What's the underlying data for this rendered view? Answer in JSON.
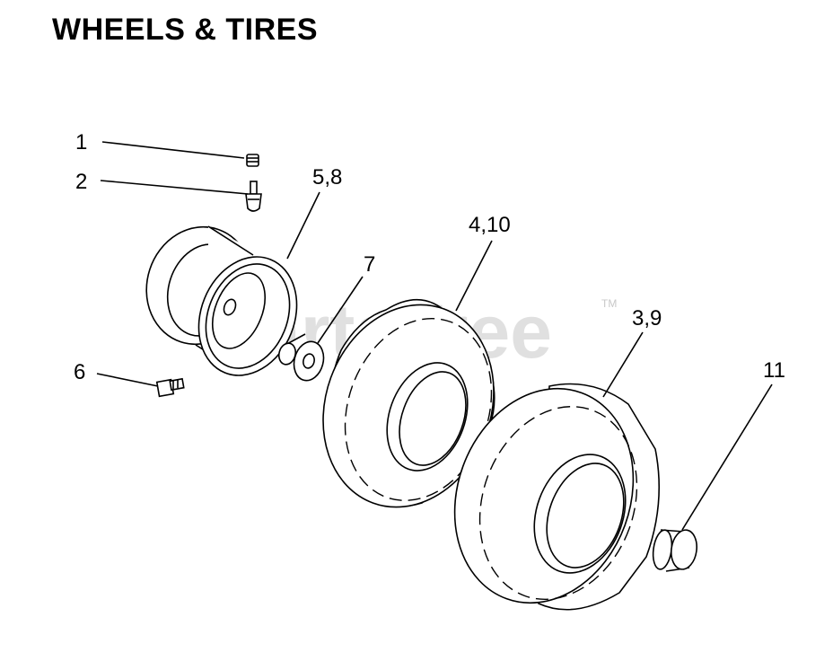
{
  "title": "WHEELS & TIRES",
  "callouts": {
    "c1": "1",
    "c2": "2",
    "c58": "5,8",
    "c7": "7",
    "c410": "4,10",
    "c39": "3,9",
    "c6": "6",
    "c11": "11"
  },
  "watermark": {
    "text": "PartsTree",
    "tm": "TM"
  }
}
